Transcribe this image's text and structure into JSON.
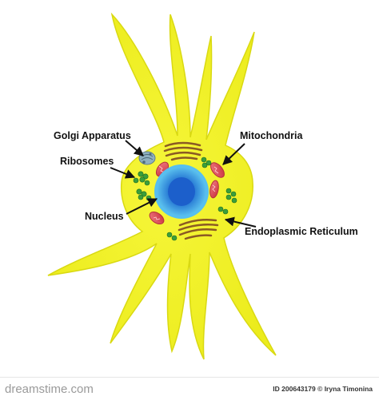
{
  "labels": {
    "golgi": "Golgi Apparatus",
    "ribosomes": "Ribosomes",
    "nucleus": "Nucleus",
    "mitochondria": "Mitochondria",
    "er": "Endoplasmic Reticulum"
  },
  "footer": {
    "brand": "dreamstime.com",
    "credit": "ID 200643179 © Iryna Timonina"
  },
  "colors": {
    "cytoplasm": "#f2f227",
    "cytoplasm_edge": "#d4d40f",
    "nucleus_outer": "#2f8fd8",
    "nucleus_inner": "#1f67c9",
    "mitochondria": "#e54f5c",
    "ribosome": "#3a9e3a",
    "er": "#8b5a24",
    "golgi": "#8aa7b7"
  }
}
